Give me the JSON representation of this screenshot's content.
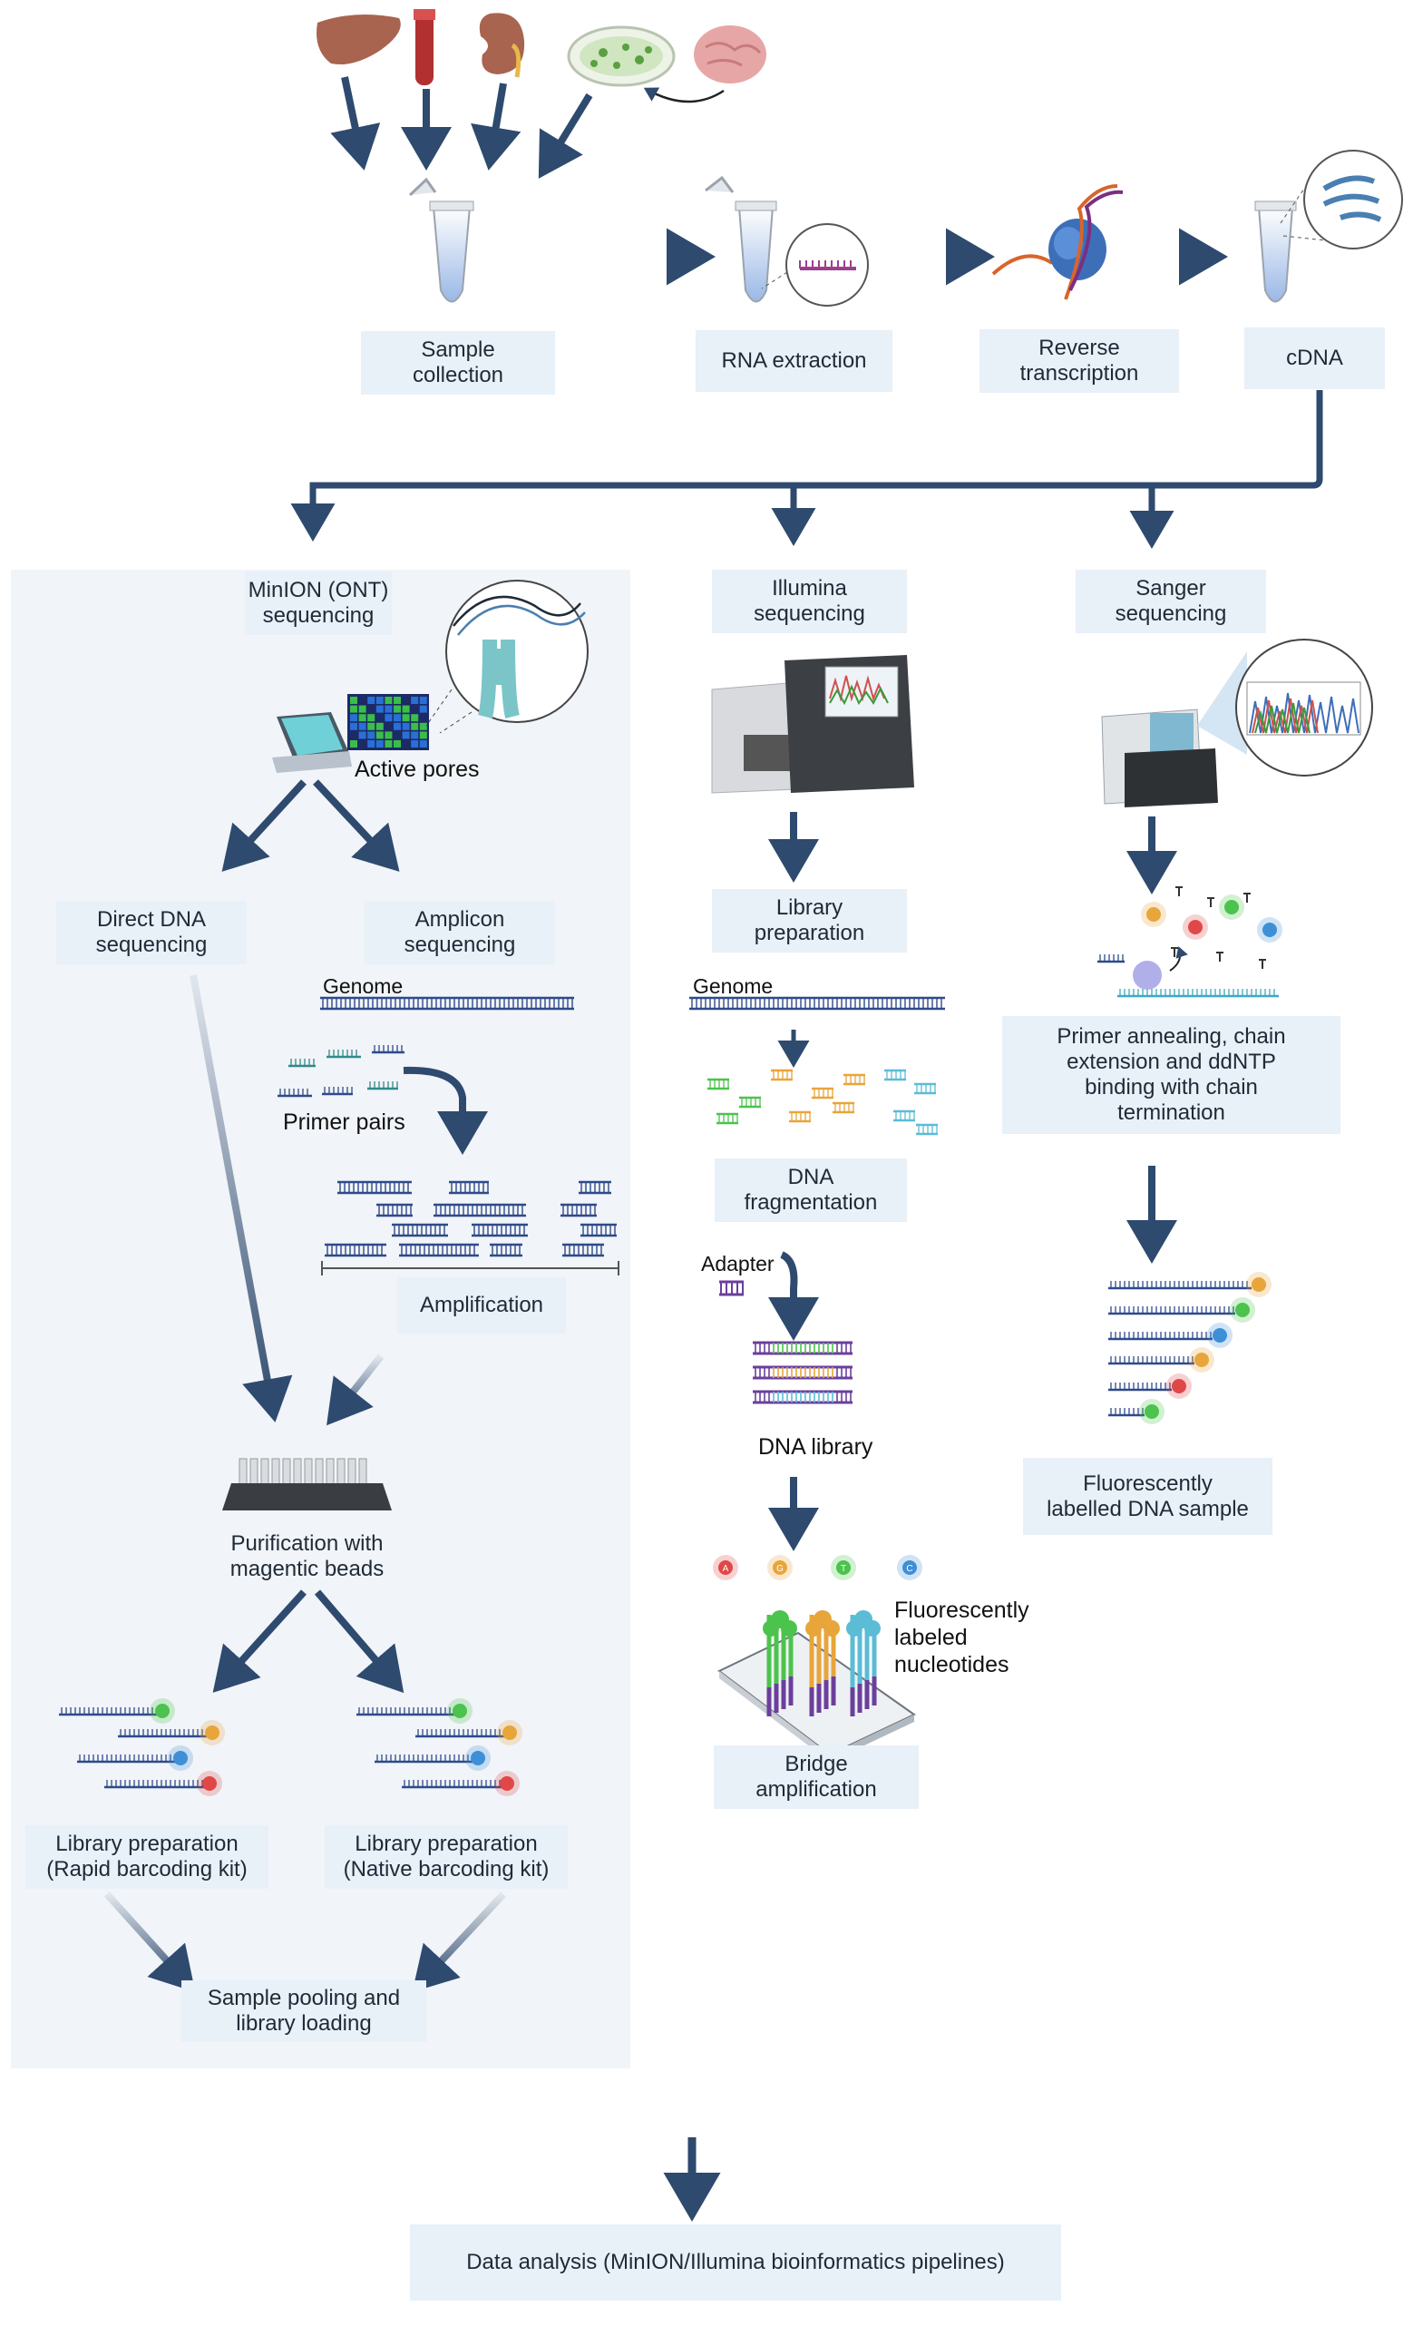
{
  "stages": {
    "sample_collection": "Sample\ncollection",
    "rna_extraction": "RNA extraction",
    "reverse_transcription": "Reverse\ntranscription",
    "cdna": "cDNA"
  },
  "minion": {
    "title": "MinION (ONT)\nsequencing",
    "active_pores": "Active pores",
    "direct_dna": "Direct DNA\nsequencing",
    "amplicon": "Amplicon\nsequencing",
    "genome": "Genome",
    "primer_pairs": "Primer pairs",
    "amplification": "Amplification",
    "purification": "Purification with\nmagentic beads",
    "lib_rapid": "Library preparation\n(Rapid barcoding kit)",
    "lib_native": "Library preparation\n(Native barcoding kit)",
    "pooling": "Sample pooling and\nlibrary loading"
  },
  "illumina": {
    "title": "Illumina\nsequencing",
    "library_prep": "Library\npreparation",
    "genome": "Genome",
    "fragmentation": "DNA\nfragmentation",
    "adapter": "Adapter",
    "dna_library": "DNA library",
    "nucleotides": "Fluorescently\nlabeled\nnucleotides",
    "bridge": "Bridge\namplification",
    "bases": [
      "A",
      "G",
      "T",
      "C"
    ]
  },
  "sanger": {
    "title": "Sanger\nsequencing",
    "primer": "Primer annealing, chain\nextension and ddNTP\nbinding with chain\ntermination",
    "labelled": "Fluorescently\nlabelled DNA sample"
  },
  "data_analysis": "Data analysis (MinION/Illumina bioinformatics pipelines)",
  "colors": {
    "arrow": "#2e4a6e",
    "box": "#e8f0f8",
    "panel": "#f1f4f8",
    "dna": "#2f4a8a",
    "green": "#4cc34c",
    "orange": "#e8a53a",
    "blue": "#3e8fd6",
    "red": "#e04848"
  }
}
